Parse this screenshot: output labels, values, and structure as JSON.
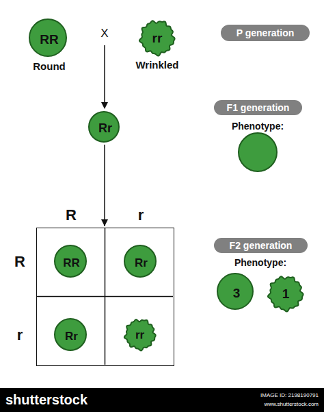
{
  "diagram": {
    "nodes": [
      {
        "text": [
          "RR",
          "Round"
        ]
      },
      {
        "text": [
          "rr",
          "Wrinkled"
        ]
      },
      {
        "text": [
          "P generation"
        ]
      },
      {
        "text": [
          "Rr"
        ]
      },
      {
        "text": [
          "F1 generation"
        ]
      },
      {
        "text": [
          "R",
          "r",
          "R",
          "r"
        ]
      },
      {
        "text": [
          "RR"
        ],
        "in": 5
      },
      {
        "text": [
          "Rr"
        ],
        "in": 5
      },
      {
        "text": [
          "Rr"
        ],
        "in": 5
      },
      {
        "text": [
          "rr"
        ],
        "in": 5
      },
      {
        "text": [
          "F2 generation"
        ]
      },
      {
        "text": [
          "3"
        ]
      },
      {
        "text": [
          "1"
        ]
      }
    ],
    "edges": [
      {
        "from": 3,
        "to": 5,
        "arrow": "to"
      }
    ],
    "labels": [
      "X",
      "Phenotype:",
      "Phenotype:",
      "shutterstock",
      "IMAGE ID: 2198190791",
      "www.shutterstock.com"
    ]
  }
}
